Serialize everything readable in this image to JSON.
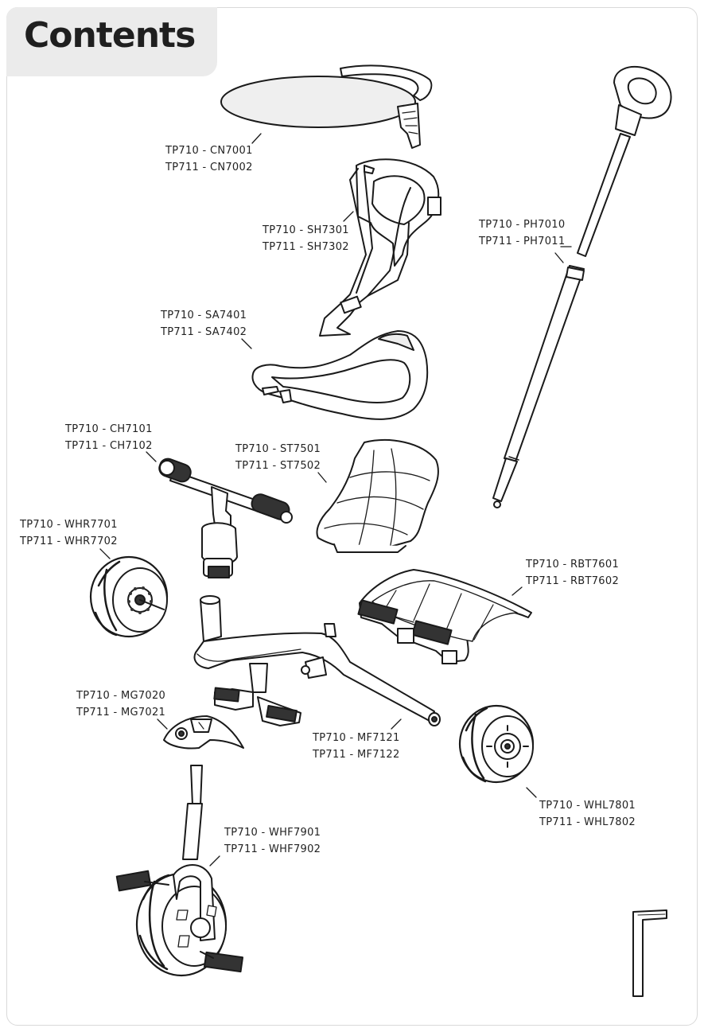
{
  "page": {
    "title": "Contents"
  },
  "parts": [
    {
      "id": "canopy",
      "lines": [
        "TP710 - CN7001",
        "TP711 - CN7002"
      ]
    },
    {
      "id": "seat-harness",
      "lines": [
        "TP710 - SH7301",
        "TP711 - SH7302"
      ]
    },
    {
      "id": "push-handle",
      "lines": [
        "TP710 - PH7010",
        "TP711 - PH7011"
      ]
    },
    {
      "id": "safety-armrest",
      "lines": [
        "TP710 - SA7401",
        "TP711 - SA7402"
      ]
    },
    {
      "id": "handlebar",
      "lines": [
        "TP710 - CH7101",
        "TP711 - CH7102"
      ]
    },
    {
      "id": "seat",
      "lines": [
        "TP710 - ST7501",
        "TP711 - ST7502"
      ]
    },
    {
      "id": "rear-wheel-right",
      "lines": [
        "TP710 - WHR7701",
        "TP711 - WHR7702"
      ]
    },
    {
      "id": "rear-basket",
      "lines": [
        "TP710 - RBT7601",
        "TP711 - RBT7602"
      ]
    },
    {
      "id": "mudguard",
      "lines": [
        "TP710 - MG7020",
        "TP711 - MG7021"
      ]
    },
    {
      "id": "main-frame",
      "lines": [
        "TP710 - MF7121",
        "TP711 - MF7122"
      ]
    },
    {
      "id": "rear-wheel-left",
      "lines": [
        "TP710 - WHL7801",
        "TP711 - WHL7802"
      ]
    },
    {
      "id": "front-wheel",
      "lines": [
        "TP710 - WHF7901",
        "TP711 - WHF7902"
      ]
    }
  ],
  "icons": [
    "canopy-drawing",
    "harness-drawing",
    "push-handle-drawing",
    "armrest-drawing",
    "handlebar-drawing",
    "seat-drawing",
    "wheel-drawing",
    "basket-drawing",
    "mudguard-drawing",
    "frame-drawing",
    "front-wheel-drawing",
    "allen-key-drawing"
  ]
}
